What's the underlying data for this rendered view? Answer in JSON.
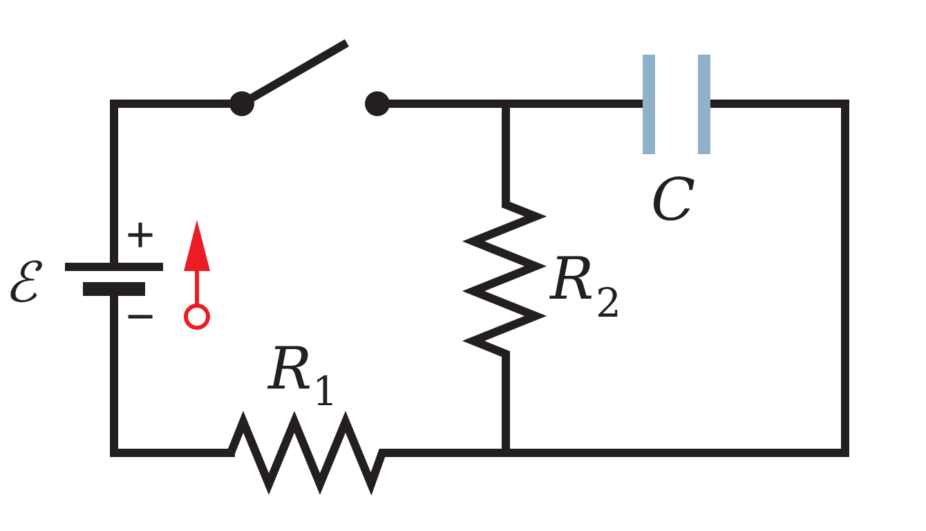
{
  "emf": {
    "symbol": "ℰ",
    "plus_sign": "+",
    "minus_sign": "−"
  },
  "resistor_1": {
    "letter": "R",
    "subscript": "1"
  },
  "resistor_2": {
    "letter": "R",
    "subscript": "2"
  },
  "capacitor": {
    "letter": "C"
  },
  "colors": {
    "wire": "#231f20",
    "capacitor_plates": "#8fb1c9",
    "current_arrow": "#ed1c24"
  },
  "switch_state": "open",
  "current_arrow_direction": "up"
}
